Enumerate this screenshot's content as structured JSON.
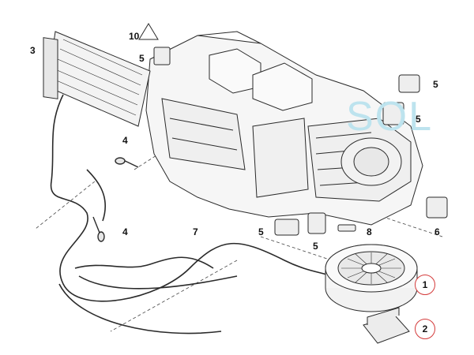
{
  "watermark": {
    "text": "SOL",
    "color": "#b8e2ef"
  },
  "callouts": [
    {
      "id": "c3",
      "label": "3"
    },
    {
      "id": "c10",
      "label": "10"
    },
    {
      "id": "c5a",
      "label": "5"
    },
    {
      "id": "c5b",
      "label": "5"
    },
    {
      "id": "c5c",
      "label": "5"
    },
    {
      "id": "c4a",
      "label": "4"
    },
    {
      "id": "c4b",
      "label": "4"
    },
    {
      "id": "c7",
      "label": "7"
    },
    {
      "id": "c5d",
      "label": "5"
    },
    {
      "id": "c5e",
      "label": "5"
    },
    {
      "id": "c8",
      "label": "8"
    },
    {
      "id": "c6",
      "label": "6"
    },
    {
      "id": "c1",
      "label": "1",
      "highlighted": true
    },
    {
      "id": "c2",
      "label": "2",
      "highlighted": true
    }
  ],
  "colors": {
    "line": "#2a2a2a",
    "highlight": "#d43b3b",
    "part_fill": "#f4f4f4"
  }
}
